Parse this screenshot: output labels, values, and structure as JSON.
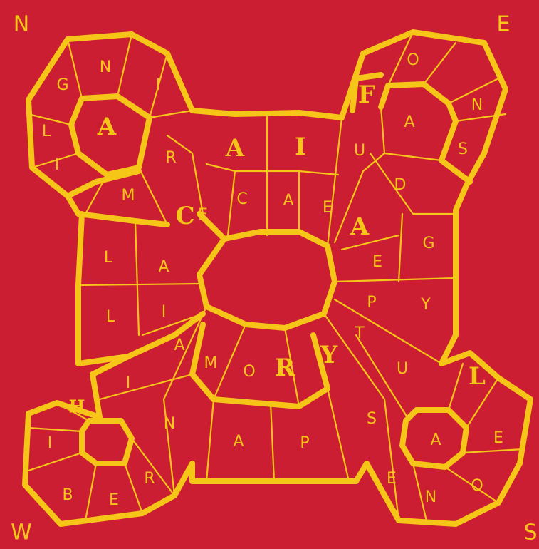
{
  "colors": {
    "background": "#cc1e33",
    "ink": "#f5c518"
  },
  "compass": {
    "north": "N",
    "east": "E",
    "west": "W",
    "south": "S"
  },
  "letters": {
    "nw": {
      "g": "G",
      "n": "N",
      "i": "I",
      "l": "L",
      "i2": "I",
      "big_a": "A",
      "r": "R",
      "m": "M"
    },
    "top": {
      "a": "A",
      "i": "I",
      "c_mark": "C",
      "e": "E",
      "c": "C",
      "a2": "A",
      "e2": "E"
    },
    "ne": {
      "f": "F",
      "o": "O",
      "n": "N",
      "a": "A",
      "s": "S",
      "u": "U",
      "d": "D",
      "big_a": "A",
      "g": "G",
      "e": "E",
      "p": "P",
      "y": "Y"
    },
    "west": {
      "l": "L",
      "a": "A",
      "l2": "L",
      "i": "I",
      "a2": "A"
    },
    "bottom": {
      "m": "M",
      "o": "O",
      "r": "R",
      "y": "Y",
      "t": "T",
      "u": "U",
      "i": "I",
      "n": "N",
      "a": "A",
      "p": "P",
      "s": "S"
    },
    "sw": {
      "h": "H",
      "i": "I",
      "b": "B",
      "e": "E",
      "r": "R"
    },
    "se": {
      "l": "L",
      "a": "A",
      "e": "E",
      "e2": "E",
      "n": "N",
      "o": "O"
    }
  }
}
